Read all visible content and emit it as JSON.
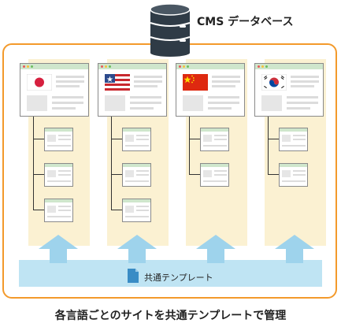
{
  "header": {
    "db_label": "CMS データベース"
  },
  "template": {
    "label": "共通テンプレート"
  },
  "caption": "各言語ごとのサイトを共通テンプレートで管理",
  "sites": [
    {
      "flag": "japan-flag-icon"
    },
    {
      "flag": "usa-flag-icon"
    },
    {
      "flag": "china-flag-icon"
    },
    {
      "flag": "korea-flag-icon"
    }
  ],
  "colors": {
    "frame": "#f39a2b",
    "column": "#fbf1d2",
    "template_band": "#bfe4f3",
    "arrow": "#9ed3ec",
    "window_bar": "#cfe6cc",
    "database": "#2f3b46"
  }
}
